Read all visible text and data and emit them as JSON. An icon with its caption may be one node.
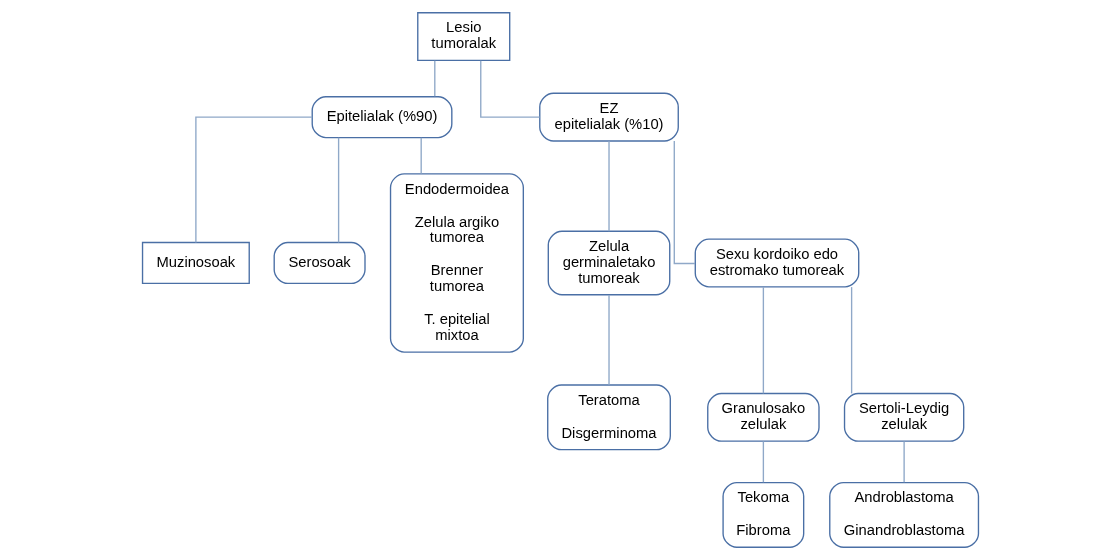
{
  "diagram": {
    "nodes": [
      {
        "text": [
          "Lesio tumoralak"
        ]
      },
      {
        "text": [
          "Epitelialak (%90)"
        ]
      },
      {
        "text": [
          "EZ epitelialak (%10)"
        ]
      },
      {
        "text": [
          "Muzinosoak"
        ]
      },
      {
        "text": [
          "Serosoak"
        ]
      },
      {
        "text": [
          "Endodermoidea",
          "Zelula argiko tumorea",
          "Brenner tumorea",
          "T. epitelial mixtoa"
        ]
      },
      {
        "text": [
          "Zelula germinaletako tumoreak"
        ]
      },
      {
        "text": [
          "Sexu kordoiko edo estromako tumoreak"
        ]
      },
      {
        "text": [
          "Teratoma",
          "Disgerminoma"
        ]
      },
      {
        "text": [
          "Granulosako zelulak"
        ]
      },
      {
        "text": [
          "Sertoli-Leydig zelulak"
        ]
      },
      {
        "text": [
          "Tekoma",
          "Fibroma"
        ]
      },
      {
        "text": [
          "Androblastoma",
          "Ginandroblastoma"
        ]
      }
    ],
    "edges": [
      {
        "from": 0,
        "to": 1,
        "arrow": "none"
      },
      {
        "from": 0,
        "to": 2,
        "arrow": "none"
      },
      {
        "from": 1,
        "to": 3,
        "arrow": "none"
      },
      {
        "from": 1,
        "to": 4,
        "arrow": "none"
      },
      {
        "from": 1,
        "to": 5,
        "arrow": "none"
      },
      {
        "from": 2,
        "to": 6,
        "arrow": "none"
      },
      {
        "from": 2,
        "to": 7,
        "arrow": "none"
      },
      {
        "from": 6,
        "to": 8,
        "arrow": "none"
      },
      {
        "from": 7,
        "to": 9,
        "arrow": "none"
      },
      {
        "from": 7,
        "to": 10,
        "arrow": "none"
      },
      {
        "from": 9,
        "to": 11,
        "arrow": "none"
      },
      {
        "from": 10,
        "to": 12,
        "arrow": "none"
      }
    ]
  }
}
